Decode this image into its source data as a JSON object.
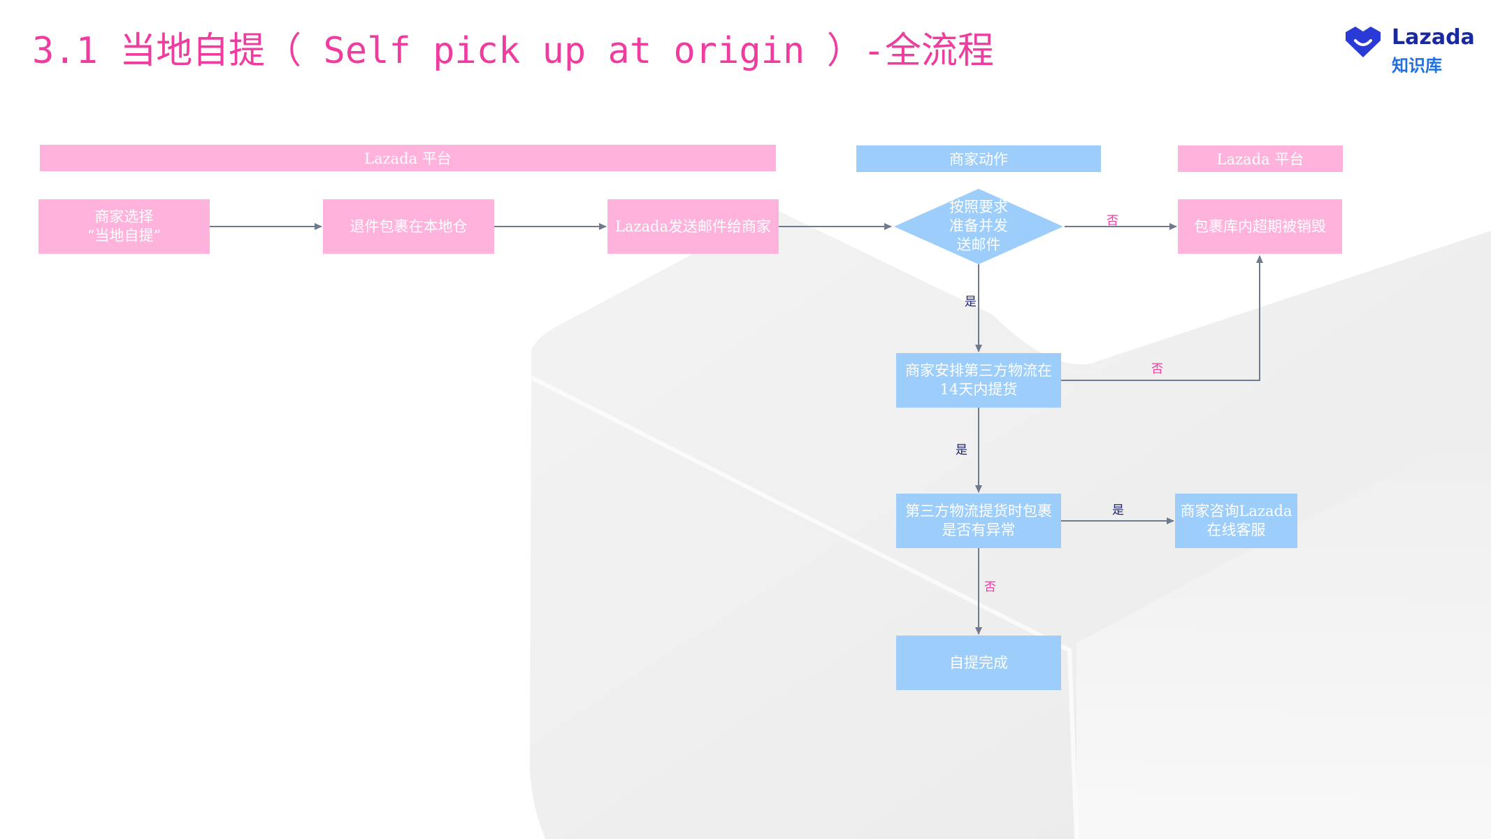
{
  "title": "3.1 当地自提（ Self pick up at origin ）-全流程",
  "logo": {
    "brand": "Lazada",
    "sub": "知识库"
  },
  "lanes": {
    "platform_left": "Lazada  平台",
    "merchant": "商家动作",
    "platform_right": "Lazada  平台"
  },
  "nodes": {
    "select": [
      "商家选择",
      "“当地自提”"
    ],
    "return_local": "退件包裹在本地仓",
    "send_email": "Lazada发送邮件给商家",
    "prepare": [
      "按照要求",
      "准备并发",
      "送邮件"
    ],
    "destroyed": "包裹库内超期被销毁",
    "arrange": [
      "商家安排第三方物流在",
      "14天内提货"
    ],
    "abnormal": [
      "第三方物流提货时包裹",
      "是否有异常"
    ],
    "consult": [
      "商家咨询Lazada",
      "在线客服"
    ],
    "complete": "自提完成"
  },
  "labels": {
    "no_prepare": "否",
    "yes_prepare": "是",
    "no_arrange": "否",
    "yes_arrange": "是",
    "yes_abnormal": "是",
    "no_abnormal": "否"
  },
  "colors": {
    "title": "#ee3c9f",
    "pink": "#ffb3dc",
    "blue": "#9dcdfa",
    "line": "#6f7b8c"
  }
}
